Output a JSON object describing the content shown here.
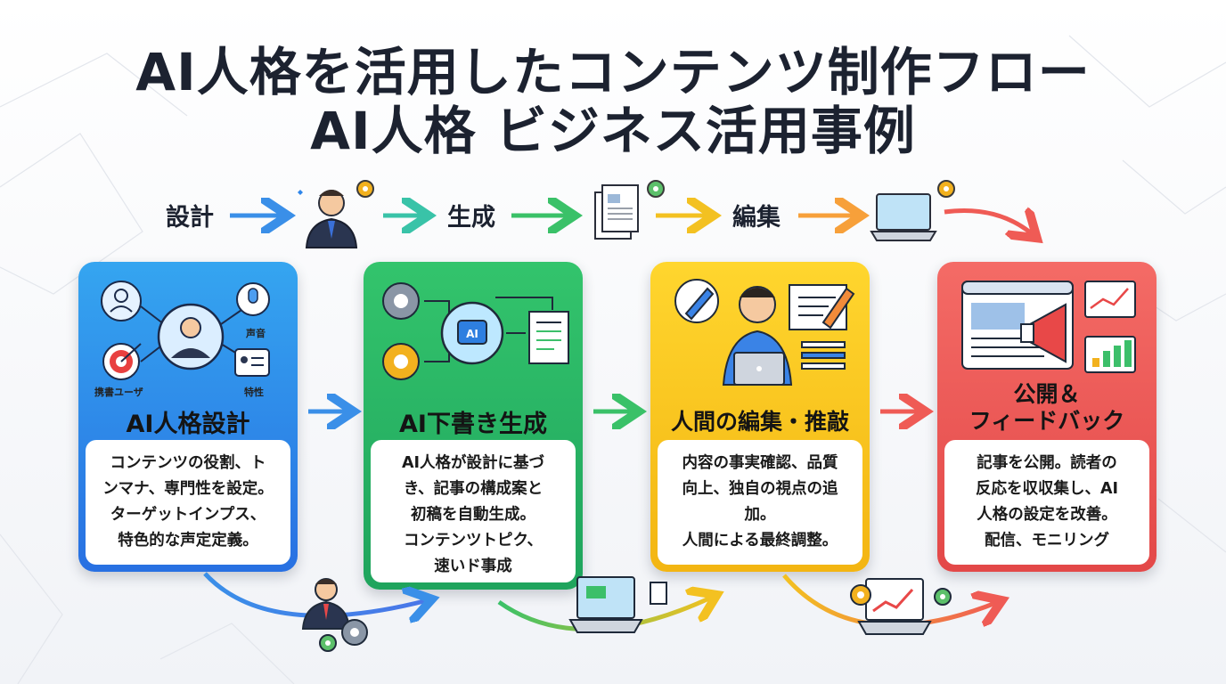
{
  "title": {
    "line1": "AI人格を活用したコンテンツ制作フロー",
    "line2": "AI人格 ビジネス活用事例"
  },
  "stages": [
    "設計",
    "生成",
    "編集"
  ],
  "cards": [
    {
      "title": "AI人格設計",
      "body": [
        "コンテンツの役割、ト",
        "ンマナ、専門性を設定。",
        "ターゲットインプス、",
        "特色的な声定定義。"
      ],
      "labels": {
        "voice": "声音",
        "target": "携書ユーザ",
        "traits": "特性"
      },
      "color": "#2e86ea"
    },
    {
      "title": "AI下書き生成",
      "body": [
        "AI人格が設計に基づ",
        "き、記事の構成案と",
        "初稿を自動生成。",
        "コンテンツトピク、",
        "速いド事成"
      ],
      "labels": {
        "ai_chip": "AI"
      },
      "color": "#25b563"
    },
    {
      "title": "人間の編集・推敲",
      "body": [
        "内容の事実確認、品質",
        "向上、独自の視点の追",
        "加。",
        "人間による最終調整。"
      ],
      "color": "#f8c41c"
    },
    {
      "title_lines": [
        "公開＆",
        "フィードバック"
      ],
      "body": [
        "記事を公開。読者の",
        "反応を収収集し、AI",
        "人格の設定を改善。",
        "配信、モニリング"
      ],
      "color": "#ec5651"
    }
  ],
  "icons": [
    "person-icon",
    "gear-icon",
    "document-icon",
    "laptop-icon",
    "brain-icon",
    "pencil-icon",
    "megaphone-icon",
    "target-icon",
    "microphone-icon",
    "profile-card-icon",
    "chart-icon",
    "arrow-icon"
  ]
}
